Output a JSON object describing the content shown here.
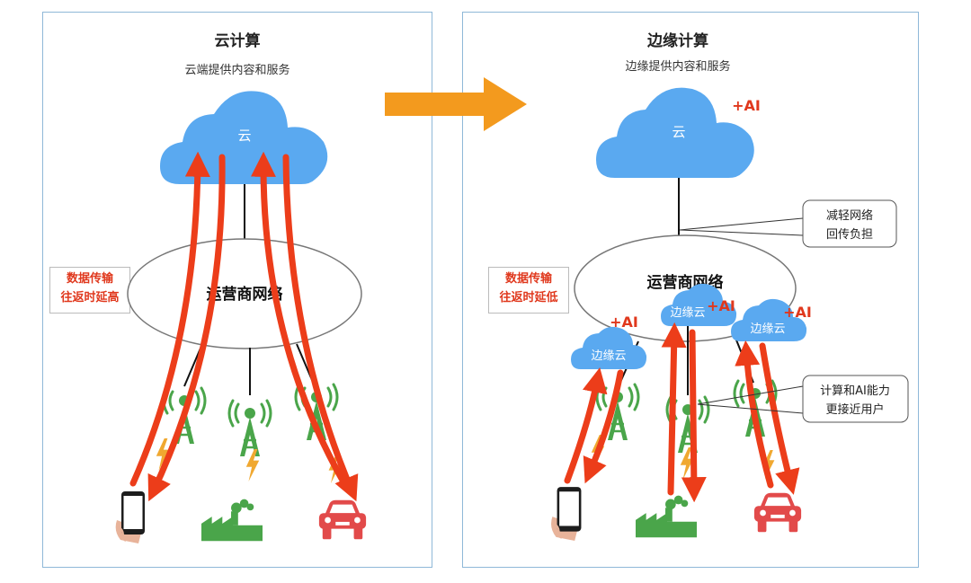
{
  "left_panel": {
    "title": "云计算",
    "subtitle": "云端提供内容和服务",
    "cloud_label": "云",
    "network_label": "运营商网络",
    "callout_line1": "数据传输",
    "callout_line2": "往返时延高"
  },
  "right_panel": {
    "title": "边缘计算",
    "subtitle": "边缘提供内容和服务",
    "cloud_label": "云",
    "cloud_ai_tag": "+AI",
    "network_label": "运营商网络",
    "edge_cloud_label": "边缘云",
    "edge_ai_tag": "+AI",
    "callout_line1": "数据传输",
    "callout_line2": "往返时延低",
    "note_backhaul_line1": "减轻网络",
    "note_backhaul_line2": "回传负担",
    "note_compute_line1": "计算和AI能力",
    "note_compute_line2": "更接近用户"
  },
  "colors": {
    "cloud_blue": "#5aa9f0",
    "arrow_red": "#ec3d1a",
    "tower_green": "#4aa54a",
    "orange_arrow": "#f39a1e",
    "car_red": "#e24a4a",
    "bolt": "#f0a830"
  },
  "icons": [
    "cloud-icon",
    "tower-icon",
    "phone-icon",
    "factory-icon",
    "car-icon",
    "lightning-icon",
    "arrow-right-icon"
  ]
}
